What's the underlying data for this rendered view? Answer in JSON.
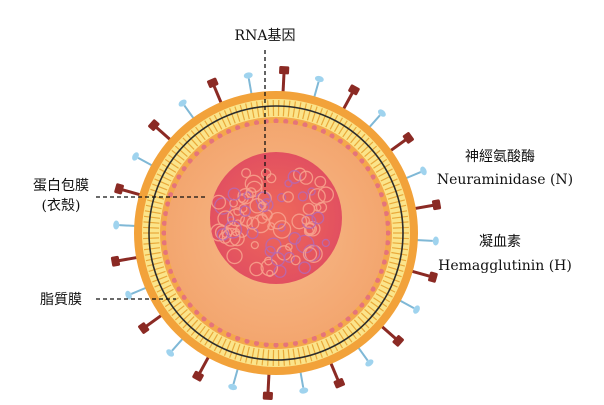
{
  "labels": {
    "rna_gene": "RNA基因",
    "protein_membrane": "蛋白包膜",
    "capsid": "(衣殼)",
    "lipid_membrane": "脂質膜",
    "neuraminidase_zh": "神經氨酸酶",
    "neuraminidase_en": "Neuraminidase (N)",
    "hemagglutinin_zh": "凝血素",
    "hemagglutinin_en": "Hemagglutinin (H)"
  },
  "colors": {
    "outer_orange": "#f2a23a",
    "bilayer_yellow": "#fbe48a",
    "interior": "#f6b07e",
    "core": "#e8585a",
    "membrane_line": "#2c2c2c",
    "spike_na": "#8b2a24",
    "spike_ha": "#9fd3ee"
  },
  "icons": {
    "spike_na": "mushroom-spike-icon",
    "spike_ha": "drop-spike-icon"
  }
}
